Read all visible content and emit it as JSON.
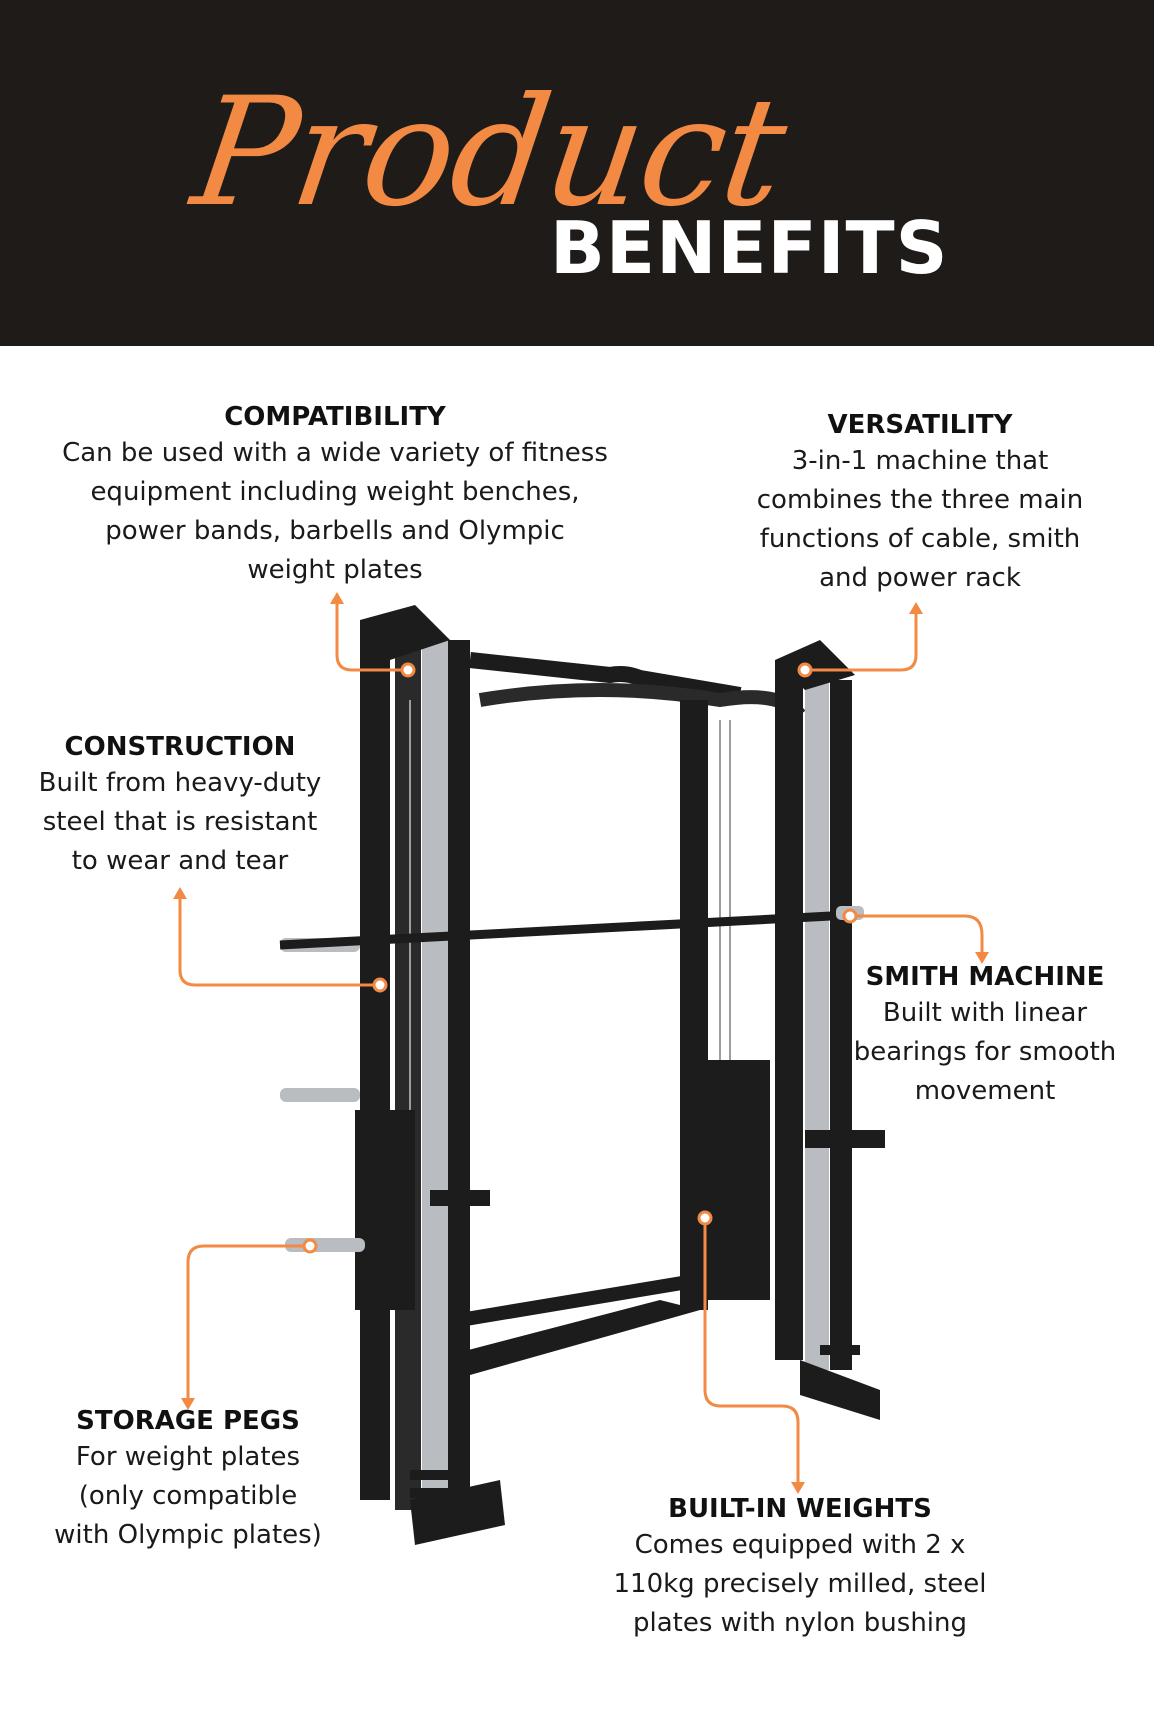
{
  "header": {
    "script_title": "Product",
    "bold_title": "BENEFITS"
  },
  "colors": {
    "accent": "#f28a44",
    "header_bg": "#1f1b19",
    "rack": "#1c1c1c",
    "steel": "#b9bcc0"
  },
  "benefits": {
    "compatibility": {
      "title": "COMPATIBILITY",
      "lines": [
        "Can be used with a wide variety of fitness",
        "equipment including weight benches,",
        "power bands, barbells and Olympic",
        "weight plates"
      ]
    },
    "versatility": {
      "title": "VERSATILITY",
      "lines": [
        "3-in-1 machine that",
        "combines the three main",
        "functions of cable, smith",
        "and power rack"
      ]
    },
    "construction": {
      "title": "CONSTRUCTION",
      "lines": [
        "Built from heavy-duty",
        "steel that is resistant",
        "to wear and tear"
      ]
    },
    "smith": {
      "title": "SMITH MACHINE",
      "lines": [
        "Built with linear",
        "bearings for smooth",
        "movement"
      ]
    },
    "storage": {
      "title": "STORAGE PEGS",
      "lines": [
        "For weight plates",
        "(only compatible",
        "with Olympic plates)"
      ]
    },
    "weights": {
      "title": "BUILT-IN WEIGHTS",
      "lines": [
        "Comes equipped with 2 x",
        "110kg precisely milled, steel",
        "plates with nylon bushing"
      ]
    }
  }
}
